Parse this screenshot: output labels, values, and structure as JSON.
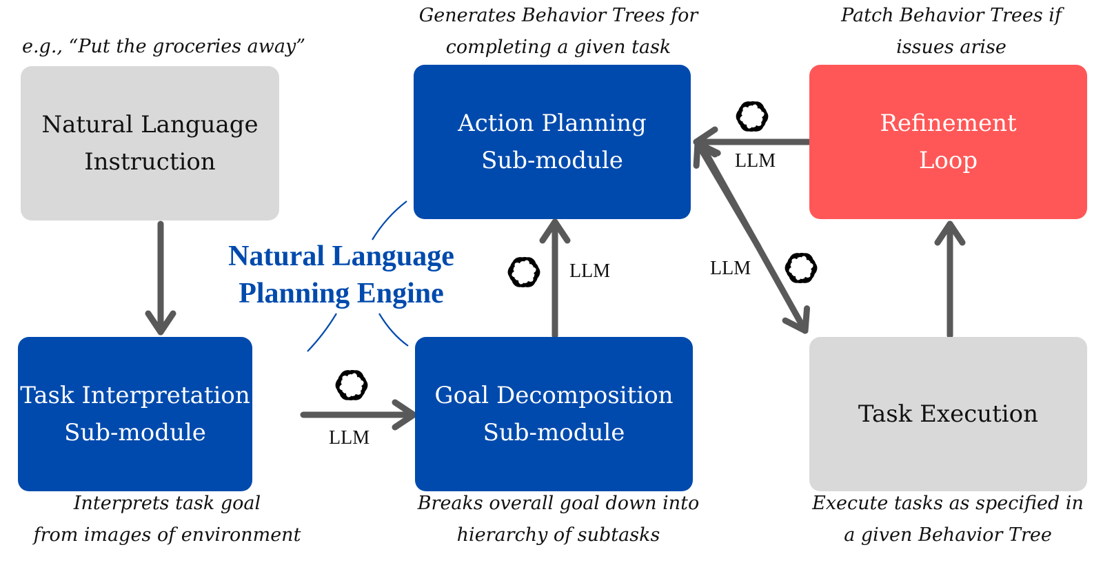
{
  "captions": {
    "instruction_example": "e.g., “Put the groceries away”",
    "action_planning": [
      "Generates Behavior Trees for",
      "completing a given task"
    ],
    "refinement": [
      "Patch Behavior Trees if",
      "issues arise"
    ],
    "task_interpretation": [
      "Interprets task goal",
      "from images of environment"
    ],
    "goal_decomposition": [
      "Breaks overall goal down into",
      "hierarchy of subtasks"
    ],
    "task_execution": [
      "Execute tasks as specified in",
      "a given Behavior Tree"
    ]
  },
  "boxes": {
    "natural_language_instruction": [
      "Natural Language",
      "Instruction"
    ],
    "action_planning": [
      "Action Planning",
      "Sub-module"
    ],
    "refinement_loop": [
      "Refinement",
      "Loop"
    ],
    "task_interpretation": [
      "Task Interpretation",
      "Sub-module"
    ],
    "goal_decomposition": [
      "Goal Decomposition",
      "Sub-module"
    ],
    "task_execution": [
      "Task Execution"
    ]
  },
  "engine_label": [
    "Natural Language",
    "Planning Engine"
  ],
  "edge_labels": {
    "interpretation_to_decomposition": "LLM",
    "decomposition_to_action": "LLM",
    "refinement_to_action": "LLM",
    "action_to_execution": "LLM"
  },
  "colors": {
    "module_blue": "#004aad",
    "input_gray": "#d9d9d9",
    "refinement_red": "#ff5757",
    "arrow_gray": "#595959"
  }
}
